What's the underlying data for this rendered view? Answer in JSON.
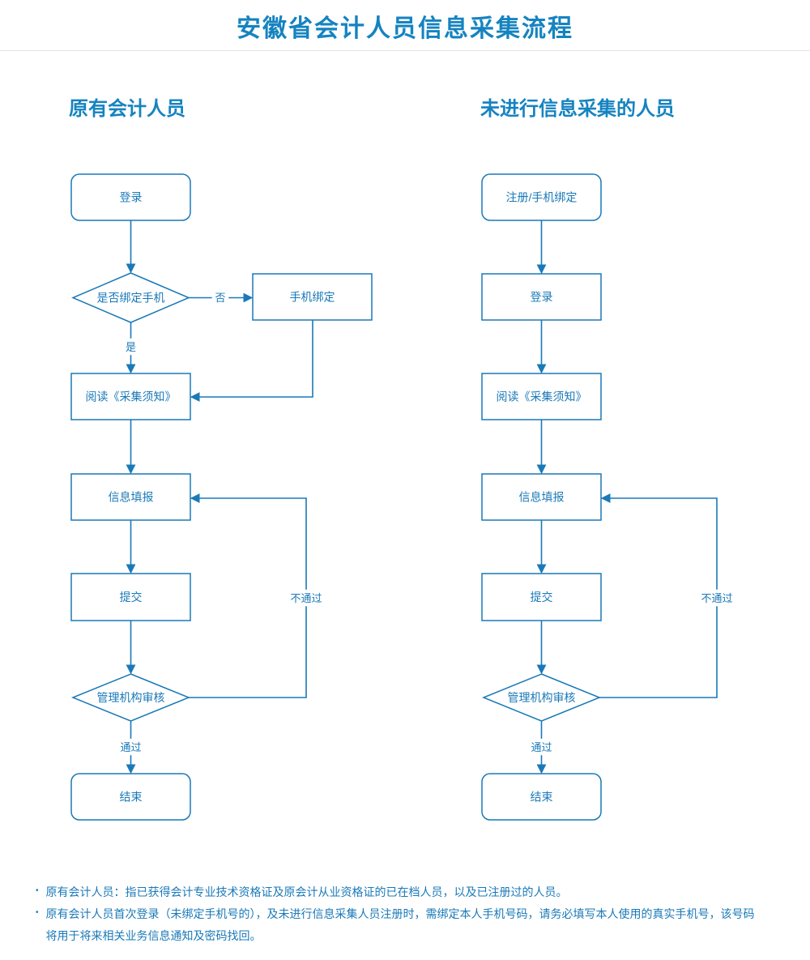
{
  "page": {
    "title": "安徽省会计人员信息采集流程"
  },
  "colors": {
    "accent": "#1a79b8",
    "title_accent": "#1583c0",
    "divider": "#e4e4e4",
    "node_fill": "#ffffff"
  },
  "left_flow": {
    "heading": "原有会计人员",
    "nodes": {
      "login": "登录",
      "bind_check": "是否绑定手机",
      "phone_bind": "手机绑定",
      "read_notice": "阅读《采集须知》",
      "fill_info": "信息填报",
      "submit": "提交",
      "review": "管理机构审核",
      "end": "结束"
    },
    "edge_labels": {
      "no": "否",
      "yes": "是",
      "pass": "通过",
      "fail": "不通过"
    }
  },
  "right_flow": {
    "heading": "未进行信息采集的人员",
    "nodes": {
      "register": "注册/手机绑定",
      "login": "登录",
      "read_notice": "阅读《采集须知》",
      "fill_info": "信息填报",
      "submit": "提交",
      "review": "管理机构审核",
      "end": "结束"
    },
    "edge_labels": {
      "pass": "通过",
      "fail": "不通过"
    }
  },
  "notes": {
    "bullet": "•",
    "items": [
      "原有会计人员：指已获得会计专业技术资格证及原会计从业资格证的已在档人员，以及已注册过的人员。",
      "原有会计人员首次登录（未绑定手机号的），及未进行信息采集人员注册时，需绑定本人手机号码，请务必填写本人使用的真实手机号，该号码将用于将来相关业务信息通知及密码找回。"
    ]
  }
}
